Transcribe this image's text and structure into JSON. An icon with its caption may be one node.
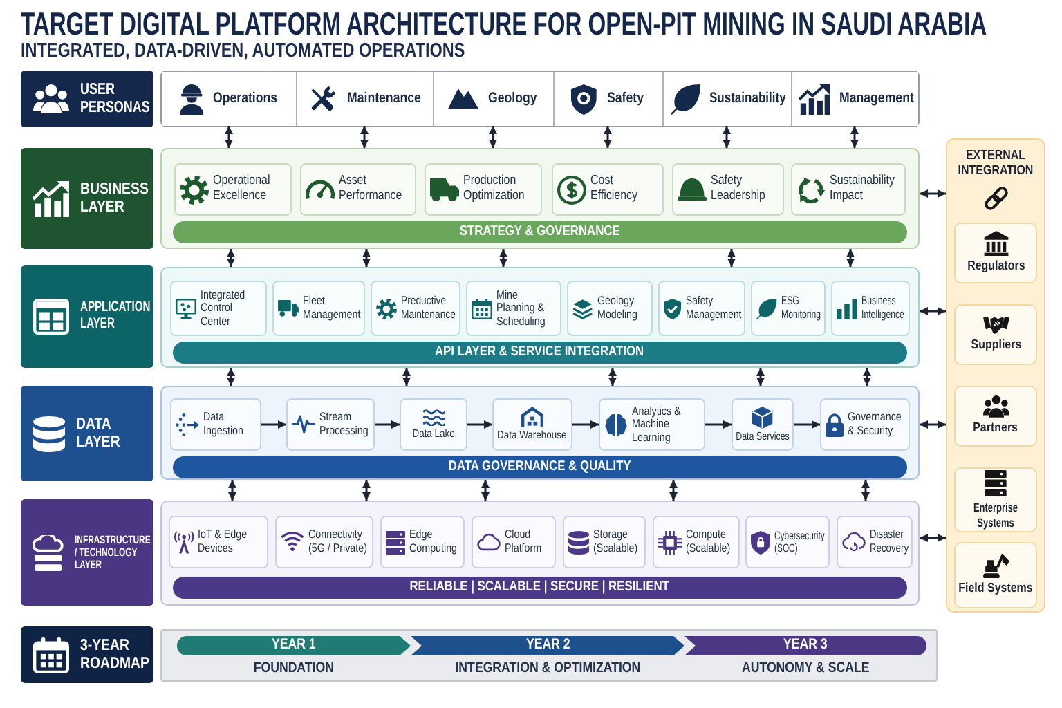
{
  "diagram": {
    "title": "TARGET DIGITAL PLATFORM ARCHITECTURE FOR OPEN-PIT MINING IN SAUDI ARABIA",
    "nodes": [
      {
        "text": [
          "USER PERSONAS"
        ]
      },
      {
        "text": [],
        "shape": "box"
      },
      {
        "text": [
          "Operations"
        ],
        "in": 1
      },
      {
        "text": [
          "Maintenance"
        ],
        "in": 1
      },
      {
        "text": [
          "Geology"
        ],
        "in": 1
      },
      {
        "text": [
          "Safety"
        ],
        "in": 1
      },
      {
        "text": [
          "Sustainability"
        ],
        "in": 1
      },
      {
        "text": [
          "Management"
        ],
        "in": 1
      },
      {
        "text": [
          "BUSINESS LAYER"
        ]
      },
      {
        "text": [],
        "shape": "box"
      },
      {
        "text": [
          "Operational Excellence"
        ],
        "in": 9
      },
      {
        "text": [
          "Asset Performance"
        ],
        "in": 9
      },
      {
        "text": [
          "Production Optimization"
        ],
        "in": 9
      },
      {
        "text": [
          "Cost Efficiency"
        ],
        "in": 9
      },
      {
        "text": [
          "Safety Leadership"
        ],
        "in": 9
      },
      {
        "text": [
          "Sustainability Impact"
        ],
        "in": 9
      },
      {
        "text": [
          "STRATEGY & GOVERNANCE"
        ],
        "in": 9
      },
      {
        "text": [
          "APPLICATION LAYER"
        ]
      },
      {
        "text": [],
        "shape": "box"
      },
      {
        "text": [
          "Integrated Control Center"
        ],
        "in": 18
      },
      {
        "text": [
          "Fleet Management"
        ],
        "in": 18
      },
      {
        "text": [
          "Preductive Maintenance"
        ],
        "in": 18
      },
      {
        "text": [
          "Mine Planning & Scheduling"
        ],
        "in": 18
      },
      {
        "text": [
          "Geology Modeling"
        ],
        "in": 18
      },
      {
        "text": [
          "Safety Management"
        ],
        "in": 18
      },
      {
        "text": [
          "ESG Monitoring"
        ],
        "in": 18
      },
      {
        "text": [
          "Business Intelligence"
        ],
        "in": 18
      },
      {
        "text": [
          "API LAYER & SERVICE INTEGRATION"
        ],
        "in": 18
      },
      {
        "text": [
          "DATA LAYER"
        ]
      },
      {
        "text": [],
        "shape": "box"
      },
      {
        "text": [
          "Data Ingestion"
        ],
        "in": 29
      },
      {
        "text": [
          "Stream Processing"
        ],
        "in": 29
      },
      {
        "text": [
          "Data Lake"
        ],
        "in": 29
      },
      {
        "text": [
          "Data Warehouse"
        ],
        "in": 29
      },
      {
        "text": [
          "Analytics & Machine Learning"
        ],
        "in": 29
      },
      {
        "text": [
          "Data Services"
        ],
        "in": 29
      },
      {
        "text": [
          "Governance & Security"
        ],
        "in": 29
      },
      {
        "text": [
          "DATA GOVERNANCE & QUALITY"
        ],
        "in": 29
      },
      {
        "text": [
          "INFRASTRUCTURE / TECHNOLOGY LAYER"
        ]
      },
      {
        "text": [],
        "shape": "box"
      },
      {
        "text": [
          "IoT & Edge Devices"
        ],
        "in": 39
      },
      {
        "text": [
          "Connectivity (5G / Private)"
        ],
        "in": 39
      },
      {
        "text": [
          "Edge Computing"
        ],
        "in": 39
      },
      {
        "text": [
          "Cloud Platform"
        ],
        "in": 39
      },
      {
        "text": [
          "Storage (Scalable)"
        ],
        "in": 39
      },
      {
        "text": [
          "Compute (Scalable)"
        ],
        "in": 39
      },
      {
        "text": [
          "Cybersecurity (SOC)"
        ],
        "in": 39
      },
      {
        "text": [
          "Disaster Recovery"
        ],
        "in": 39
      },
      {
        "text": [
          "RELIABLE | SCALABLE | SECURE | RESILIENT"
        ],
        "in": 39
      },
      {
        "text": [
          "EXTERNAL INTEGRATION"
        ]
      },
      {
        "text": [
          "Regulators"
        ],
        "in": 49
      },
      {
        "text": [
          "Suppliers"
        ],
        "in": 49
      },
      {
        "text": [
          "Partners"
        ],
        "in": 49
      },
      {
        "text": [
          "Enterprise Systems"
        ],
        "in": 49
      },
      {
        "text": [
          "Field Systems"
        ],
        "in": 49
      },
      {
        "text": [
          "3-YEAR ROADMAP"
        ]
      },
      {
        "text": [],
        "shape": "box"
      },
      {
        "text": [
          "YEAR 1"
        ],
        "in": 56,
        "beside": [
          "FOUNDATION"
        ]
      },
      {
        "text": [
          "YEAR 2"
        ],
        "in": 56,
        "beside": [
          "INTEGRATION & OPTIMIZATION"
        ]
      },
      {
        "text": [
          "YEAR 3"
        ],
        "in": 56,
        "beside": [
          "AUTONOMY & SCALE"
        ]
      }
    ],
    "edges": [
      {
        "from": 2,
        "to": 9,
        "arrow": "both"
      },
      {
        "from": 3,
        "to": 9,
        "arrow": "both"
      },
      {
        "from": 4,
        "to": 9,
        "arrow": "both"
      },
      {
        "from": 5,
        "to": 9,
        "arrow": "both"
      },
      {
        "from": 6,
        "to": 9,
        "arrow": "both"
      },
      {
        "from": 7,
        "to": 9,
        "arrow": "both"
      },
      {
        "from": 9,
        "to": 18,
        "arrow": "both"
      },
      {
        "from": 9,
        "to": 18,
        "arrow": "both"
      },
      {
        "from": 9,
        "to": 18,
        "arrow": "both"
      },
      {
        "from": 9,
        "to": 18,
        "arrow": "both"
      },
      {
        "from": 9,
        "to": 18,
        "arrow": "both"
      },
      {
        "from": 18,
        "to": 29,
        "arrow": "both"
      },
      {
        "from": 18,
        "to": 29,
        "arrow": "both"
      },
      {
        "from": 18,
        "to": 29,
        "arrow": "both"
      },
      {
        "from": 18,
        "to": 29,
        "arrow": "both"
      },
      {
        "from": 18,
        "to": 29,
        "arrow": "both"
      },
      {
        "from": 30,
        "to": 31,
        "arrow": "to"
      },
      {
        "from": 31,
        "to": 32,
        "arrow": "to"
      },
      {
        "from": 32,
        "to": 33,
        "arrow": "to"
      },
      {
        "from": 33,
        "to": 34,
        "arrow": "to"
      },
      {
        "from": 34,
        "to": 35,
        "arrow": "to"
      },
      {
        "from": 35,
        "to": 36,
        "arrow": "to"
      },
      {
        "from": 29,
        "to": 39,
        "arrow": "both"
      },
      {
        "from": 29,
        "to": 39,
        "arrow": "both"
      },
      {
        "from": 29,
        "to": 39,
        "arrow": "both"
      },
      {
        "from": 29,
        "to": 39,
        "arrow": "both"
      },
      {
        "from": 29,
        "to": 39,
        "arrow": "both"
      },
      {
        "from": 9,
        "to": 49,
        "arrow": "both"
      },
      {
        "from": 18,
        "to": 49,
        "arrow": "both"
      },
      {
        "from": 29,
        "to": 49,
        "arrow": "both"
      },
      {
        "from": 39,
        "to": 49,
        "arrow": "both"
      }
    ],
    "labels": [
      "INTEGRATED, DATA-DRIVEN, AUTOMATED OPERATIONS"
    ]
  }
}
